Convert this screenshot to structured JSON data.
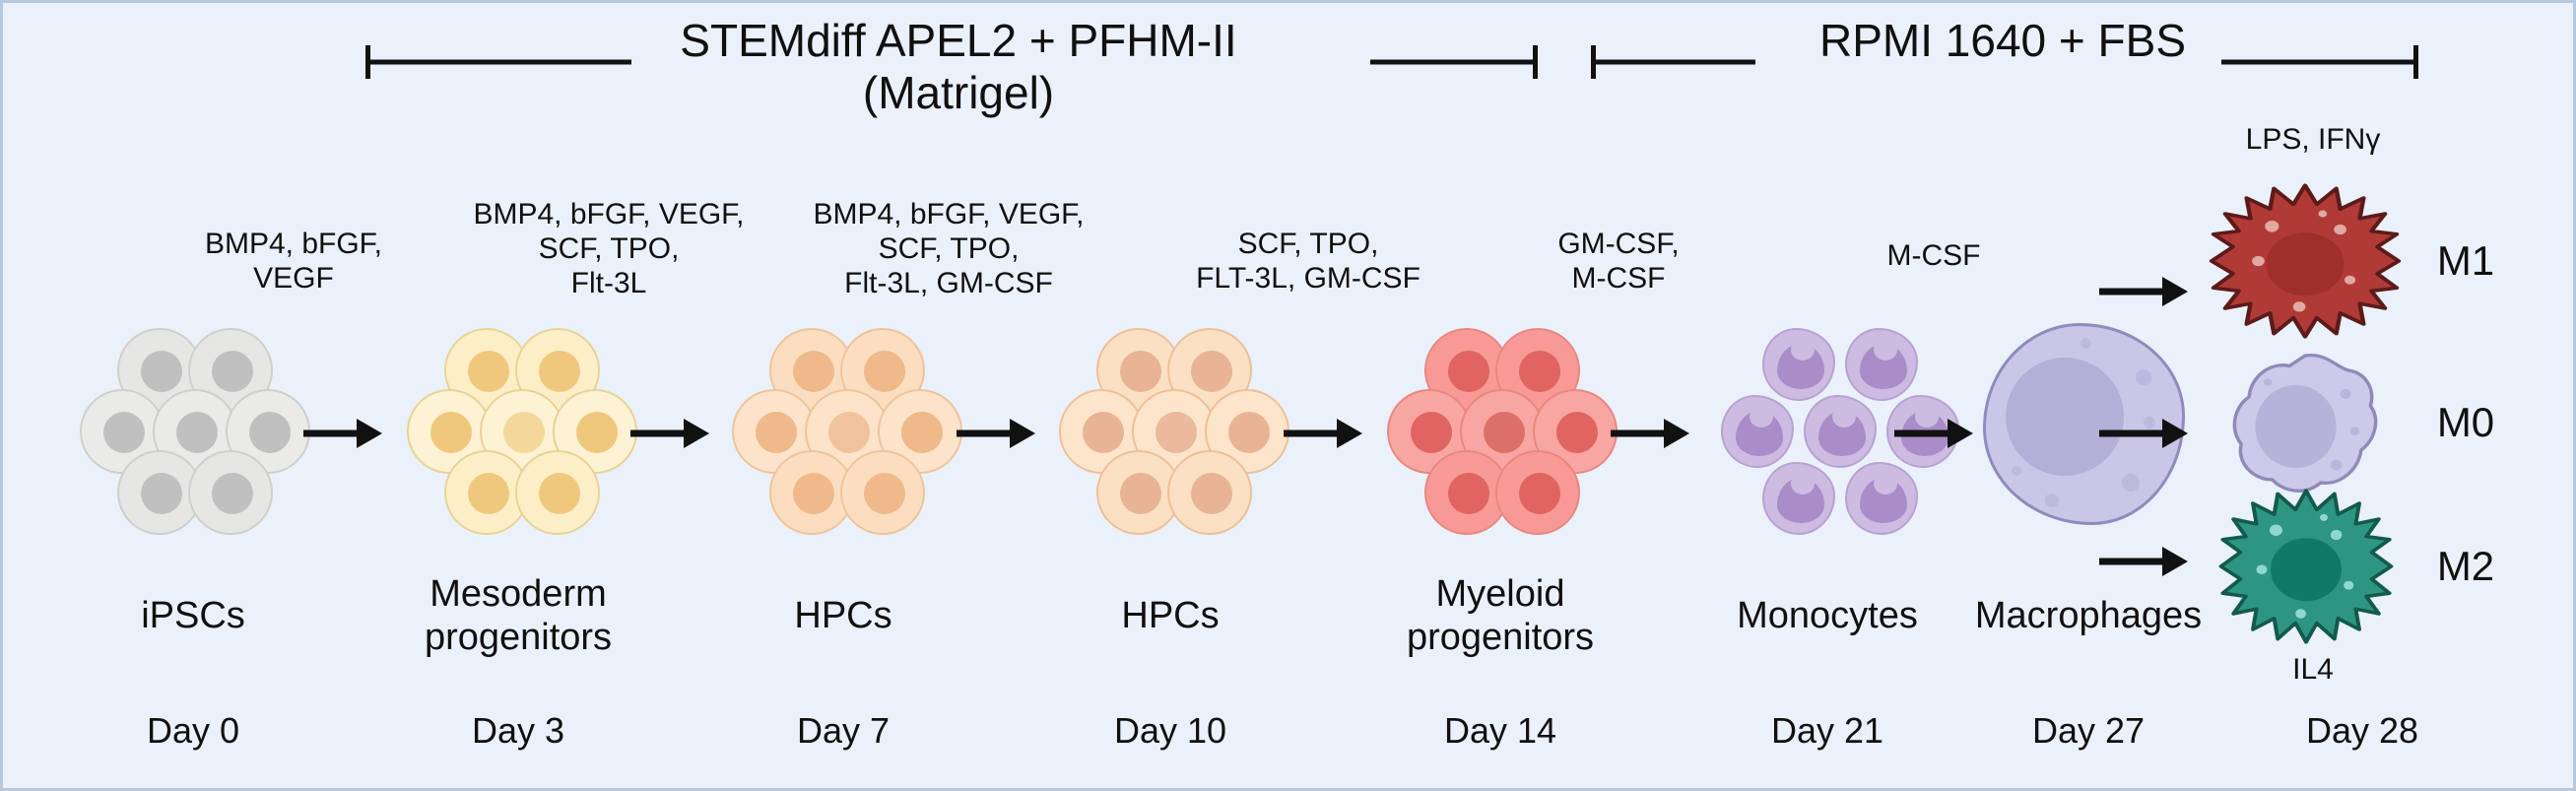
{
  "figure": {
    "background_color": "#eaf1fa",
    "border_color": "#b9c8de",
    "title": "iPSC to macrophage differentiation timeline"
  },
  "phases": [
    {
      "label": "STEMdiff APEL2 + PFHM-II\n(Matrigel)",
      "name": "stemdiff-phase"
    },
    {
      "label": "RPMI 1640 + FBS",
      "name": "rpmi-phase"
    }
  ],
  "growth_factors": [
    {
      "label": "BMP4, bFGF,\nVEGF"
    },
    {
      "label": "BMP4, bFGF, VEGF,\nSCF, TPO,\nFlt-3L"
    },
    {
      "label": "BMP4, bFGF, VEGF,\nSCF, TPO,\nFlt-3L, GM-CSF"
    },
    {
      "label": "SCF, TPO,\nFLT-3L, GM-CSF"
    },
    {
      "label": "GM-CSF,\nM-CSF"
    },
    {
      "label": "M-CSF"
    }
  ],
  "stages": [
    {
      "name": "iPSCs",
      "day": "Day 0",
      "cell_color": "#e4e4e2",
      "nucleus_color": "#bdbdbd"
    },
    {
      "name": "Mesoderm\nprogenitors",
      "day": "Day 3",
      "cell_color": "#fbeec2",
      "nucleus_color": "#efc778"
    },
    {
      "name": "HPCs",
      "day": "Day 7",
      "cell_color": "#fbdfc0",
      "nucleus_color": "#efb98a"
    },
    {
      "name": "HPCs",
      "day": "Day 10",
      "cell_color": "#fbe0c3",
      "nucleus_color": "#e9b396"
    },
    {
      "name": "Myeloid\nprogenitors",
      "day": "Day 14",
      "cell_color": "#f79a95",
      "nucleus_color": "#e0645f"
    },
    {
      "name": "Monocytes",
      "day": "Day 21",
      "cell_color": "#cdbbe2",
      "nucleus_color": "#a98cc8"
    },
    {
      "name": "Macrophages",
      "day": "Day 27",
      "cell_color": "#c9c6e8",
      "nucleus_color": "#b3afd6"
    },
    {
      "name": "",
      "day": "Day 28",
      "cell_color": "",
      "nucleus_color": ""
    }
  ],
  "polarization": {
    "stimulus_top": "LPS, IFNγ",
    "stimulus_bottom": "IL4",
    "outputs": [
      {
        "label": "M1",
        "cell_color": "#b03a36",
        "nucleus_color": "#9e2f2b"
      },
      {
        "label": "M0",
        "cell_color": "#ccc9ea",
        "nucleus_color": "#b6b2da"
      },
      {
        "label": "M2",
        "cell_color": "#2f9583",
        "nucleus_color": "#117a64"
      }
    ]
  }
}
